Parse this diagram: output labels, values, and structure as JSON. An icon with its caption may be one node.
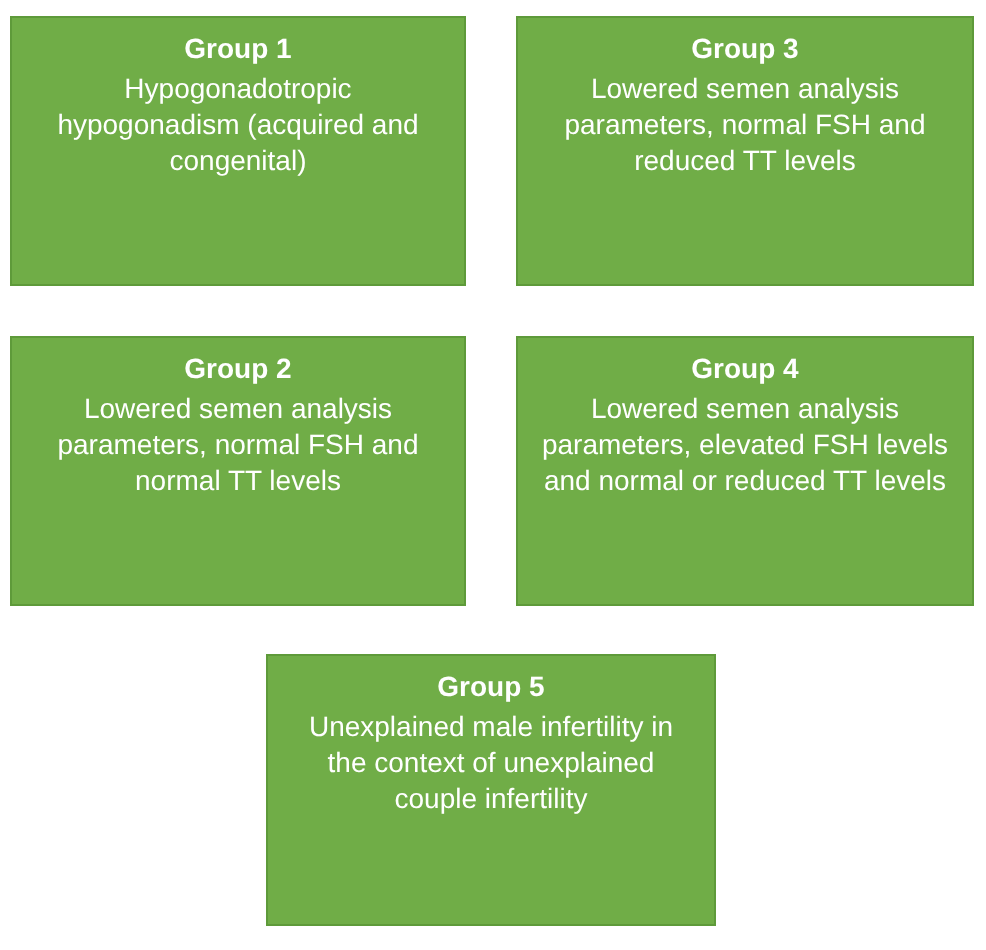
{
  "diagram": {
    "nodes": [
      {
        "text": [
          "Group 1",
          "Hypogonadotropic hypogonadism (acquired and congenital)"
        ]
      },
      {
        "text": [
          "Group 3",
          "Lowered semen analysis parameters, normal FSH and reduced TT levels"
        ]
      },
      {
        "text": [
          "Group 2",
          "Lowered semen analysis parameters, normal FSH and normal TT levels"
        ]
      },
      {
        "text": [
          "Group 4",
          "Lowered semen analysis parameters, elevated FSH levels and normal or reduced TT levels"
        ]
      },
      {
        "text": [
          "Group 5",
          "Unexplained male infertility in the context of unexplained couple infertility"
        ]
      }
    ]
  }
}
